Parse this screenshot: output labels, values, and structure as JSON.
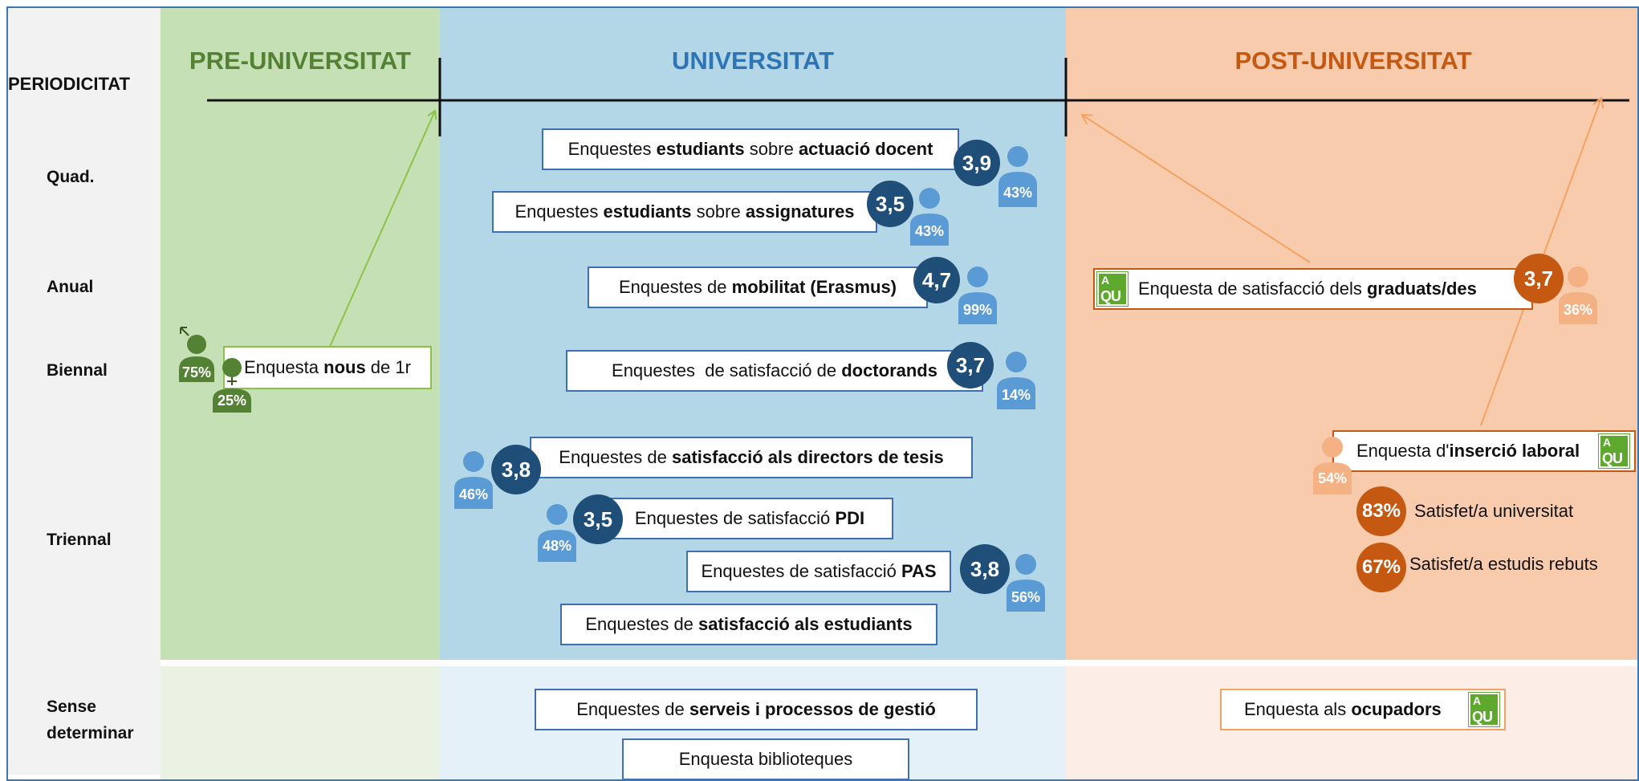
{
  "periodicitat_label": "PERIODICITAT",
  "columns": {
    "pre": "PRE-UNIVERSITAT",
    "uni": "UNIVERSITAT",
    "post": "POST-UNIVERSITAT"
  },
  "rows": {
    "quad": "Quad.",
    "anual": "Anual",
    "biennal": "Biennal",
    "triennal": "Triennal",
    "sense_1": "Sense",
    "sense_2": "determinar"
  },
  "pre": {
    "box": {
      "pre": "Enquesta ",
      "bold": "nous",
      "post": " de 1r"
    },
    "male_pct": "75%",
    "female_pct": "25%"
  },
  "uni": {
    "actuacio": {
      "t1": "Enquestes ",
      "b1": "estudiants",
      "t2": " sobre ",
      "b2": "actuació docent",
      "score": "3,9",
      "pct": "43%"
    },
    "assignatures": {
      "t1": "Enquestes ",
      "b1": "estudiants",
      "t2": " sobre ",
      "b2": "assignatures",
      "score": "3,5",
      "pct": "43%"
    },
    "mobilitat": {
      "t1": "Enquestes de ",
      "b1": "mobilitat (Erasmus)",
      "score": "4,7",
      "pct": "99%"
    },
    "doctorands": {
      "t1": "Enquestes  de satisfacció de ",
      "b1": "doctorands",
      "score": "3,7",
      "pct": "14%"
    },
    "directors": {
      "t1": "Enquestes de ",
      "b1": "satisfacció als directors de tesis",
      "score": "3,8",
      "pct": "46%"
    },
    "pdi": {
      "t1": "Enquestes de satisfacció ",
      "b1": "PDI",
      "score": "3,5",
      "pct": "48%"
    },
    "pas": {
      "t1": "Enquestes de satisfacció ",
      "b1": "PAS",
      "score": "3,8",
      "pct": "56%"
    },
    "estudiants": {
      "t1": "Enquestes de ",
      "b1": "satisfacció als estudiants"
    },
    "serveis": {
      "t1": "Enquestes de ",
      "b1": "serveis i processos de gestió"
    },
    "biblioteques": {
      "t1": "Enquesta biblioteques"
    }
  },
  "post": {
    "graduats": {
      "t1": "Enquesta de satisfacció dels ",
      "b1": "graduats/des",
      "score": "3,7",
      "pct": "36%"
    },
    "insercio": {
      "t1": "Enquesta d'",
      "b1": "inserció laboral",
      "pct": "54%"
    },
    "stat1": {
      "value": "83%",
      "label": "Satisfet/a universitat"
    },
    "stat2": {
      "value": "67%",
      "label": "Satisfet/a estudis rebuts"
    },
    "ocupadors": {
      "t1": "Enquesta als ",
      "b1": "ocupadors"
    }
  },
  "aqu": {
    "a": "A",
    "qu": "QU"
  },
  "colors": {
    "pre_bg": "#c5e0b4",
    "uni_bg": "#b4d7e8",
    "post_bg": "#f8cbad",
    "score_dark": "#1f4e79",
    "person_blue": "#5b9bd5",
    "post_orange": "#c65911",
    "pre_green": "#548235",
    "aqu_green": "#5fa82e"
  }
}
